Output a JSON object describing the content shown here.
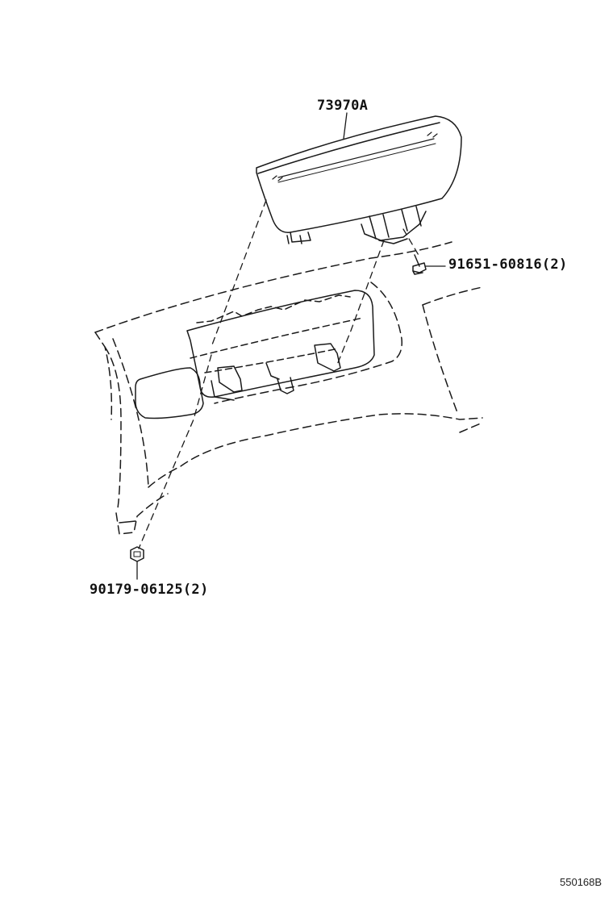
{
  "diagram": {
    "parts": [
      {
        "part_number": "73970A",
        "kind": "glove-box-door-assembly"
      },
      {
        "part_number": "91651-60816(2)",
        "kind": "bolt"
      },
      {
        "part_number": "90179-06125(2)",
        "kind": "nut"
      }
    ],
    "diagram_id": "550168B",
    "line_color": "#1a1a1a"
  }
}
